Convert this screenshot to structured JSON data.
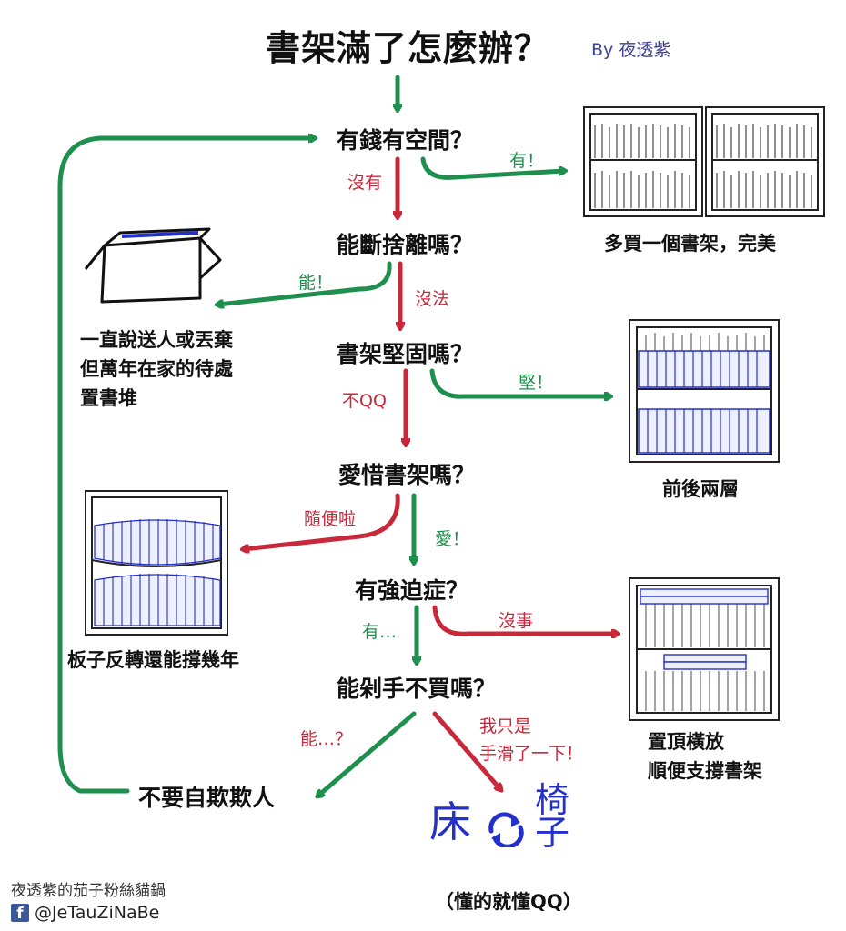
{
  "title": "書架滿了怎麼辦？",
  "author": "By 夜透紫",
  "questions": {
    "q1": "有錢有空間？",
    "q2": "能斷捨離嗎？",
    "q3": "書架堅固嗎？",
    "q4": "愛惜書架嗎？",
    "q5": "有強迫症？",
    "q6": "能剁手不買嗎？"
  },
  "edges": {
    "q1_yes": "有！",
    "q1_no": "沒有",
    "q2_yes": "能！",
    "q2_no": "沒法",
    "q3_yes": "堅！",
    "q3_no": "不QQ",
    "q4_yes": "愛！",
    "q4_no": "隨便啦",
    "q5_yes": "有…",
    "q5_no": "沒事",
    "q6_yes": "能…？",
    "q6_no_line1": "我只是",
    "q6_no_line2": "手滑了一下！"
  },
  "outcomes": {
    "buy_shelf": "多買一個書架，完美",
    "box_line1": "一直說送人或丟棄",
    "box_line2": "但萬年在家的待處",
    "box_line3": "置書堆",
    "two_layers": "前後兩層",
    "flip_board": "板子反轉還能撐幾年",
    "top_line1": "置頂橫放",
    "top_line2": "順便支撐書架",
    "self_deceive": "不要自欺欺人",
    "bed": "床",
    "chair": "椅子",
    "understand": "（懂的就懂QQ）"
  },
  "footer": {
    "page_name": "夜透紫的茄子粉絲貓鍋",
    "fb_icon": "f",
    "handle": "@JeTauZiNaBe"
  },
  "colors": {
    "green": "#1f8f4d",
    "red": "#c8283a",
    "book_blue": "#2330c9",
    "author_blue": "#3b3f9a"
  }
}
